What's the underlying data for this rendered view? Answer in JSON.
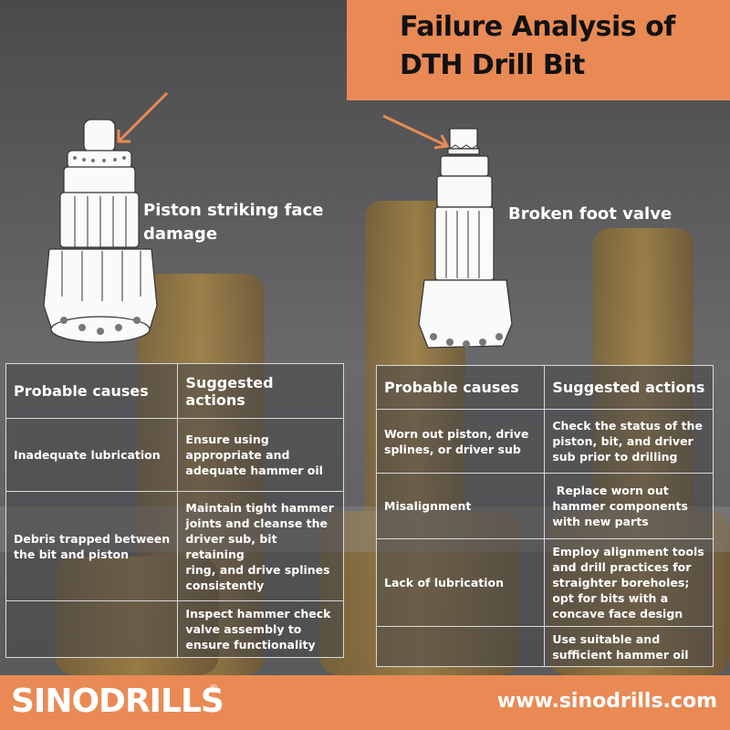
{
  "title": {
    "line1": "Failure Analysis of",
    "line2": "DTH Drill Bit"
  },
  "callouts": {
    "left": [
      "Piston striking face",
      "damage"
    ],
    "right": "Broken foot valve"
  },
  "tables": {
    "left": {
      "headers": [
        "Probable causes",
        "Suggested actions"
      ],
      "rows": [
        {
          "cause": [
            "Inadequate lubrication"
          ],
          "action": [
            "Ensure using",
            "appropriate and",
            "adequate hammer oil"
          ]
        },
        {
          "cause": [
            "Debris trapped between",
            "the bit and piston"
          ],
          "action": [
            "Maintain tight hammer",
            "joints and cleanse the",
            "driver sub, bit retaining",
            "ring, and drive splines",
            "consistently"
          ]
        },
        {
          "cause": [],
          "action": [
            "Inspect hammer check",
            "valve assembly to",
            "ensure functionality"
          ]
        }
      ]
    },
    "right": {
      "headers": [
        "Probable causes",
        "Suggested actions"
      ],
      "rows": [
        {
          "cause": [
            "Worn out piston, drive",
            "splines, or driver sub"
          ],
          "action": [
            "Check the status of the",
            "piston, bit, and driver",
            "sub prior to drilling"
          ]
        },
        {
          "cause": [
            "Misalignment"
          ],
          "action": [
            " Replace worn out",
            "hammer components",
            "with new parts"
          ]
        },
        {
          "cause": [
            "Lack of lubrication"
          ],
          "action": [
            "Employ alignment tools",
            "and drill practices for",
            "straighter boreholes;",
            "opt for bits with a",
            "concave face design"
          ]
        },
        {
          "cause": [],
          "action": [
            "Use suitable and",
            "sufficient hammer oil"
          ]
        }
      ]
    }
  },
  "footer": {
    "logo": "SINODRILLS",
    "registered": "®",
    "website": "www.sinodrills.com"
  },
  "colors": {
    "accent": "#e98a55",
    "background": "#5f5f61",
    "bit_yellow": "#c98e2a"
  },
  "icons": {
    "left_bit": "drill-bit-sketch-icon",
    "right_bit": "drill-bit-sketch-icon",
    "arrow": "arrow-icon"
  }
}
